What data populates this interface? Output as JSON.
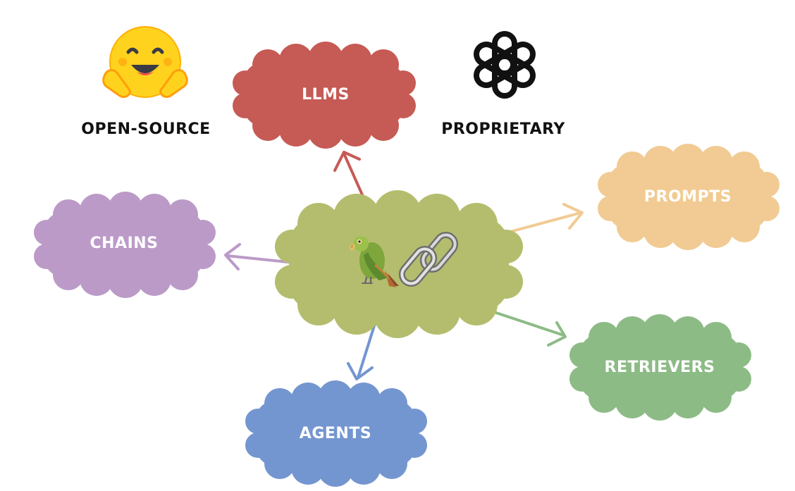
{
  "nodes": {
    "llms": {
      "label": "LLMS",
      "color": "#c65a55"
    },
    "chains": {
      "label": "CHAINS",
      "color": "#bb9ac8"
    },
    "prompts": {
      "label": "PROMPTS",
      "color": "#f1cb93"
    },
    "retrievers": {
      "label": "RETRIEVERS",
      "color": "#8dbb86"
    },
    "agents": {
      "label": "AGENTS",
      "color": "#7496d0"
    },
    "center": {
      "color": "#b4bd6d",
      "icons": [
        "parrot-icon",
        "chain-link-icon"
      ]
    }
  },
  "captions": {
    "open_source": "OPEN-SOURCE",
    "proprietary": "PROPRIETARY"
  },
  "logos": {
    "open_source_logo": "hugging-face-icon",
    "proprietary_logo": "openai-icon"
  },
  "arrow_colors": {
    "llms": "#c65a55",
    "chains": "#bb9ac8",
    "prompts": "#f1cb93",
    "retrievers": "#8dbb86",
    "agents": "#7496d0"
  }
}
